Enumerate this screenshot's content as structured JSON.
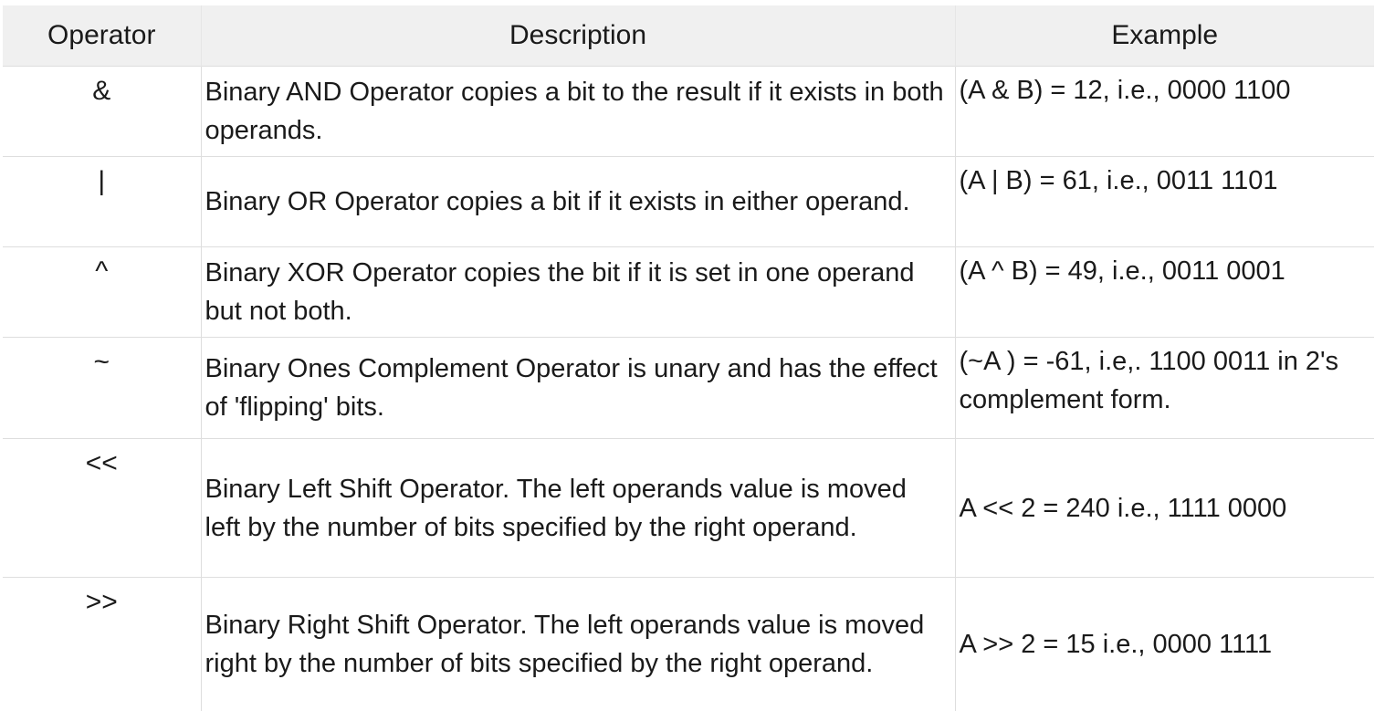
{
  "table": {
    "headers": {
      "operator": "Operator",
      "description": "Description",
      "example": "Example"
    },
    "rows": [
      {
        "operator": "&",
        "description": "Binary AND Operator copies a bit to the result if it exists in both operands.",
        "example": "(A & B) = 12, i.e., 0000 1100"
      },
      {
        "operator": "|",
        "description": "Binary OR Operator copies a bit if it exists in either operand.",
        "example": "(A | B) = 61, i.e., 0011 1101"
      },
      {
        "operator": "^",
        "description": "Binary XOR Operator copies the bit if it is set in one operand but not both.",
        "example": "(A ^ B) = 49, i.e., 0011 0001"
      },
      {
        "operator": "~",
        "description": "Binary Ones Complement Operator is unary and has the effect of 'flipping' bits.",
        "example": "(~A ) = -61, i.e,. 1100 0011 in 2's complement form."
      },
      {
        "operator": "<<",
        "description": "Binary Left Shift Operator. The left operands value is moved left by the number of bits specified by the right operand.",
        "example": "A << 2 = 240 i.e., 1111 0000"
      },
      {
        "operator": ">>",
        "description": "Binary Right Shift Operator. The left operands value is moved right by the number of bits specified by the right operand.",
        "example": "A >> 2 = 15 i.e., 0000 1111"
      }
    ]
  }
}
